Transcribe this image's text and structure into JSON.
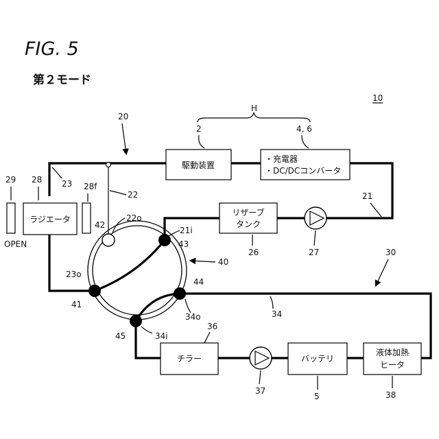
{
  "figure": {
    "title": "FIG. 5",
    "mode": "第２モード"
  },
  "refs": {
    "system": "10",
    "H": "H",
    "circuit_20": "20",
    "circuit_30": "30",
    "pipe_21": "21",
    "pipe_21i": "21i",
    "pipe_22": "22",
    "pipe_22o": "22o",
    "pipe_23": "23",
    "pipe_23o": "23o",
    "pipe_34": "34",
    "pipe_34i": "34i",
    "pipe_34o": "34o",
    "valve_40": "40",
    "port_41": "41",
    "port_42": "42",
    "port_43": "43",
    "port_44": "44",
    "port_45": "45",
    "drive_2": "2",
    "charger_46": "4, 6",
    "reserve_26": "26",
    "pump_27": "27",
    "radiator_28": "28",
    "radiator_fan_28f": "28f",
    "shutter_29": "29",
    "shutter_state": "OPEN",
    "chiller_36": "36",
    "pump_37": "37",
    "battery_5": "5",
    "heater_38": "38"
  },
  "components": {
    "drive": "駆動装置",
    "charger_line1": "・充電器",
    "charger_line2": "・DC/DCコンバータ",
    "reserve_line1": "リザーブ",
    "reserve_line2": "タンク",
    "radiator": "ラジエータ",
    "chiller": "チラー",
    "battery": "バッテリ",
    "heater_line1": "液体加熱",
    "heater_line2": "ヒータ"
  }
}
